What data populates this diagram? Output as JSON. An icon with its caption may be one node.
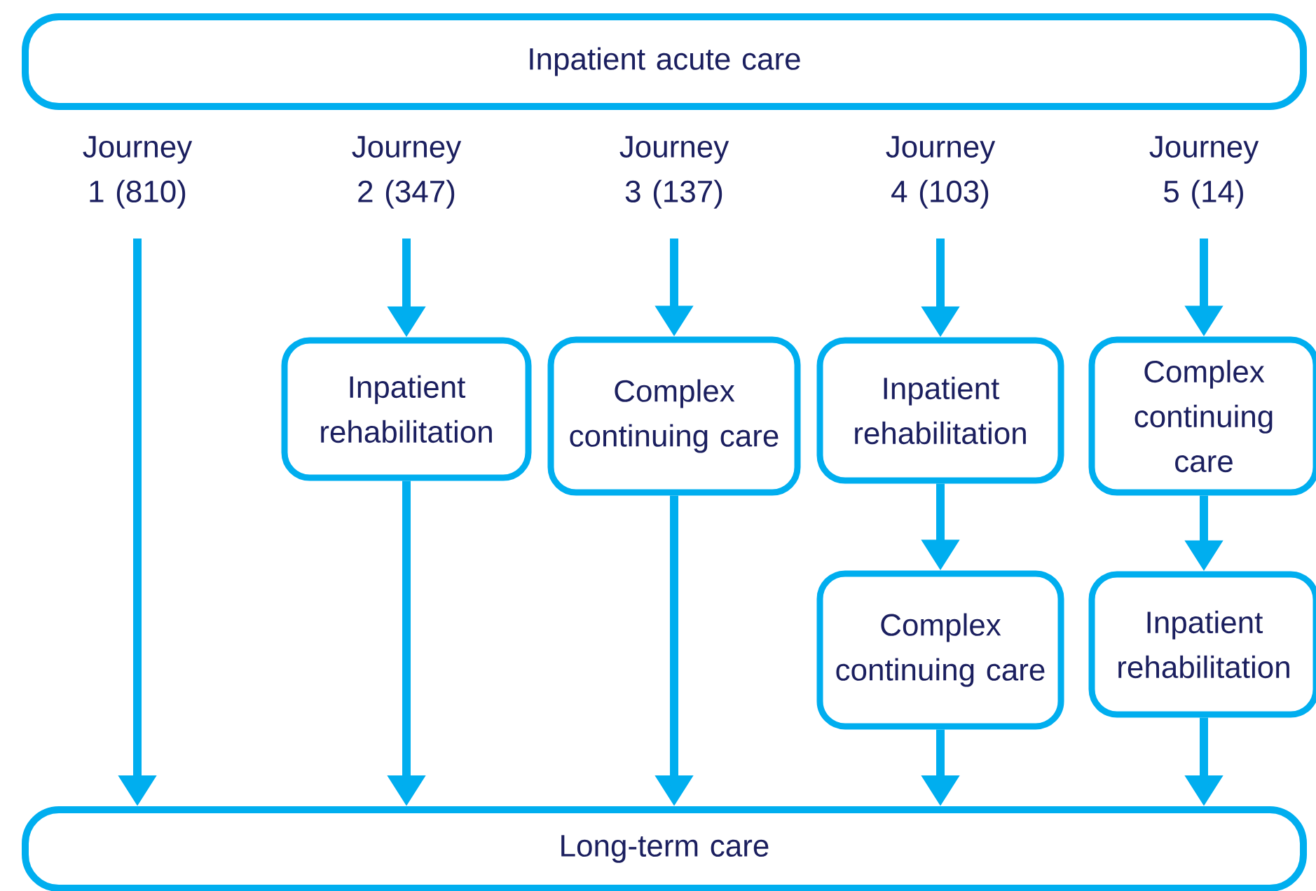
{
  "diagram": {
    "nodes": [
      {
        "text": [
          "Inpatient acute care"
        ]
      },
      {
        "text": [
          "Journey 1 (810)"
        ]
      },
      {
        "text": [
          "Journey 2 (347)"
        ]
      },
      {
        "text": [
          "Journey 3 (137)"
        ]
      },
      {
        "text": [
          "Journey 4 (103)"
        ]
      },
      {
        "text": [
          "Journey 5 (14)"
        ]
      },
      {
        "text": [
          "Inpatient rehabilitation"
        ]
      },
      {
        "text": [
          "Complex continuing care"
        ]
      },
      {
        "text": [
          "Inpatient rehabilitation"
        ]
      },
      {
        "text": [
          "Complex continuing care"
        ]
      },
      {
        "text": [
          "Complex continuing care"
        ]
      },
      {
        "text": [
          "Inpatient rehabilitation"
        ]
      },
      {
        "text": [
          "Long-term care"
        ]
      }
    ],
    "edges": [
      {
        "from": 1,
        "to": 12,
        "arrow": "to"
      },
      {
        "from": 2,
        "to": 6,
        "arrow": "to"
      },
      {
        "from": 6,
        "to": 12,
        "arrow": "to"
      },
      {
        "from": 3,
        "to": 7,
        "arrow": "to"
      },
      {
        "from": 7,
        "to": 12,
        "arrow": "to"
      },
      {
        "from": 4,
        "to": 8,
        "arrow": "to"
      },
      {
        "from": 8,
        "to": 9,
        "arrow": "to"
      },
      {
        "from": 9,
        "to": 12,
        "arrow": "to"
      },
      {
        "from": 5,
        "to": 10,
        "arrow": "to"
      },
      {
        "from": 10,
        "to": 11,
        "arrow": "to"
      },
      {
        "from": 11,
        "to": 12,
        "arrow": "to"
      }
    ]
  }
}
